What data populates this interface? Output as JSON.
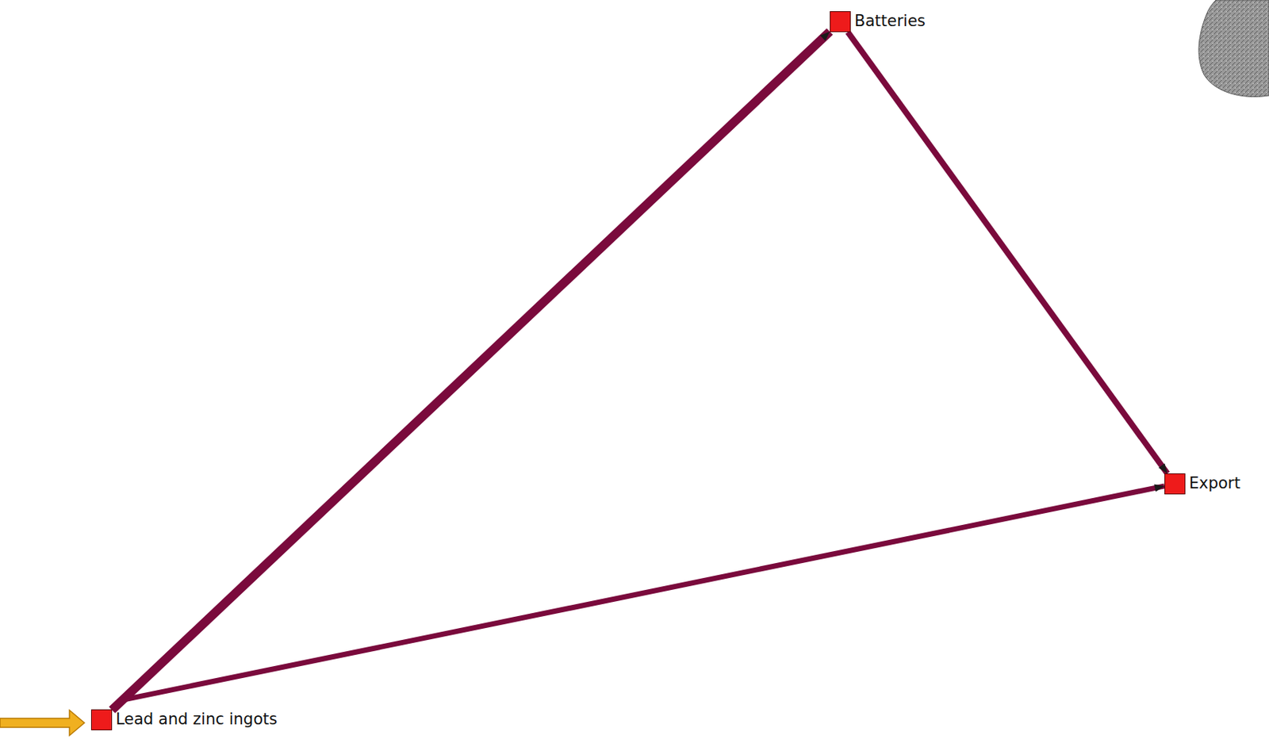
{
  "diagram": {
    "nodes": [
      {
        "text": [
          "Batteries"
        ]
      },
      {
        "text": [
          "Export"
        ]
      },
      {
        "text": [
          "Lead and zinc ingots"
        ]
      }
    ],
    "edges": [
      {
        "from": 2,
        "to": 0,
        "arrow": "to"
      },
      {
        "from": 0,
        "to": 1,
        "arrow": "to"
      },
      {
        "from": 2,
        "to": 1,
        "arrow": "to"
      }
    ]
  }
}
